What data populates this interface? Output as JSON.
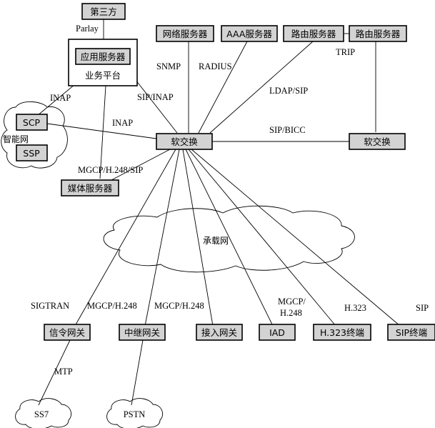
{
  "nodes": {
    "third_party": "第三方",
    "app_server": "应用服务器",
    "service_platform": "业务平台",
    "network_server": "网络服务器",
    "aaa_server": "AAA服务器",
    "routing_server_1": "路由服务器",
    "routing_server_2": "路由服务器",
    "softswitch_main": "软交换",
    "softswitch_peer": "软交换",
    "scp": "SCP",
    "ssp": "SSP",
    "intelligent_network": "智能网",
    "media_server": "媒体服务器",
    "bearer_network": "承载网",
    "signaling_gateway": "信令网关",
    "trunk_gateway": "中继网关",
    "access_gateway": "接入网关",
    "iad": "IAD",
    "h323_terminal": "H.323终端",
    "sip_terminal": "SIP终端",
    "ss7": "SS7",
    "pstn": "PSTN"
  },
  "protocols": {
    "parlay": "Parlay",
    "inap_platform": "INAP",
    "sip_inap": "SIP/INAP",
    "snmp": "SNMP",
    "radius": "RADIUS",
    "ldap_sip": "LDAP/SIP",
    "trip": "TRIP",
    "inap_scp": "INAP",
    "sip_bicc": "SIP/BICC",
    "mgcp_h248_sip": "MGCP/H.248/SIP",
    "sigtran": "SIGTRAN",
    "mgcp_h248_trunk": "MGCP/H.248",
    "mgcp_h248_access": "MGCP/H.248",
    "mgcp_iad_1": "MGCP/",
    "mgcp_iad_2": "H.248",
    "h323": "H.323",
    "sip": "SIP",
    "mtp": "MTP"
  }
}
